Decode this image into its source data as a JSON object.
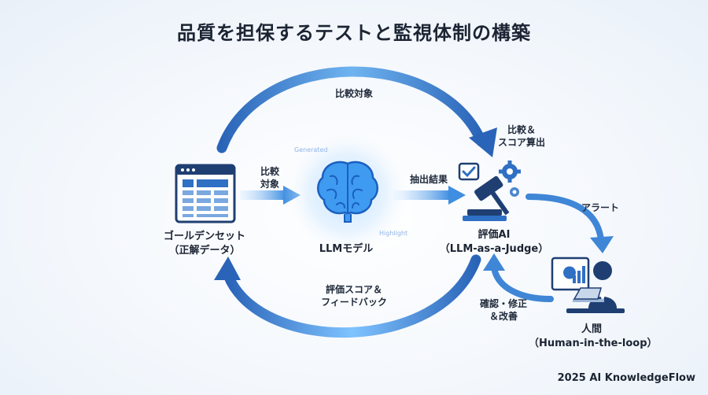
{
  "title": "品質を担保するテストと監視体制の構築",
  "nodes": {
    "golden_set": {
      "line1": "ゴールデンセット",
      "line2": "（正解データ）"
    },
    "llm": {
      "label": "LLMモデル",
      "tag_generated": "Generated",
      "tag_highlight": "Highlight"
    },
    "judge": {
      "line1": "評価AI",
      "line2": "（LLM-as-a-Judge）"
    },
    "human": {
      "line1": "人間",
      "line2": "（Human-in-the-loop）"
    }
  },
  "edges": {
    "top_arc": "比較対象",
    "compare_left": {
      "line1": "比較",
      "line2": "対象"
    },
    "extract_result": "抽出結果",
    "compare_score": {
      "line1": "比較＆",
      "line2": "スコア算出"
    },
    "alert": "アラート",
    "bottom_arc": {
      "line1": "評価スコア＆",
      "line2": "フィードバック"
    },
    "review": {
      "line1": "確認・修正",
      "line2": "＆改善"
    }
  },
  "footer": "2025 AI KnowledgeFlow",
  "colors": {
    "arrow_blue": "#2f6fc4",
    "dark_navy": "#1f3f73",
    "glow": "#7fc3ff"
  }
}
